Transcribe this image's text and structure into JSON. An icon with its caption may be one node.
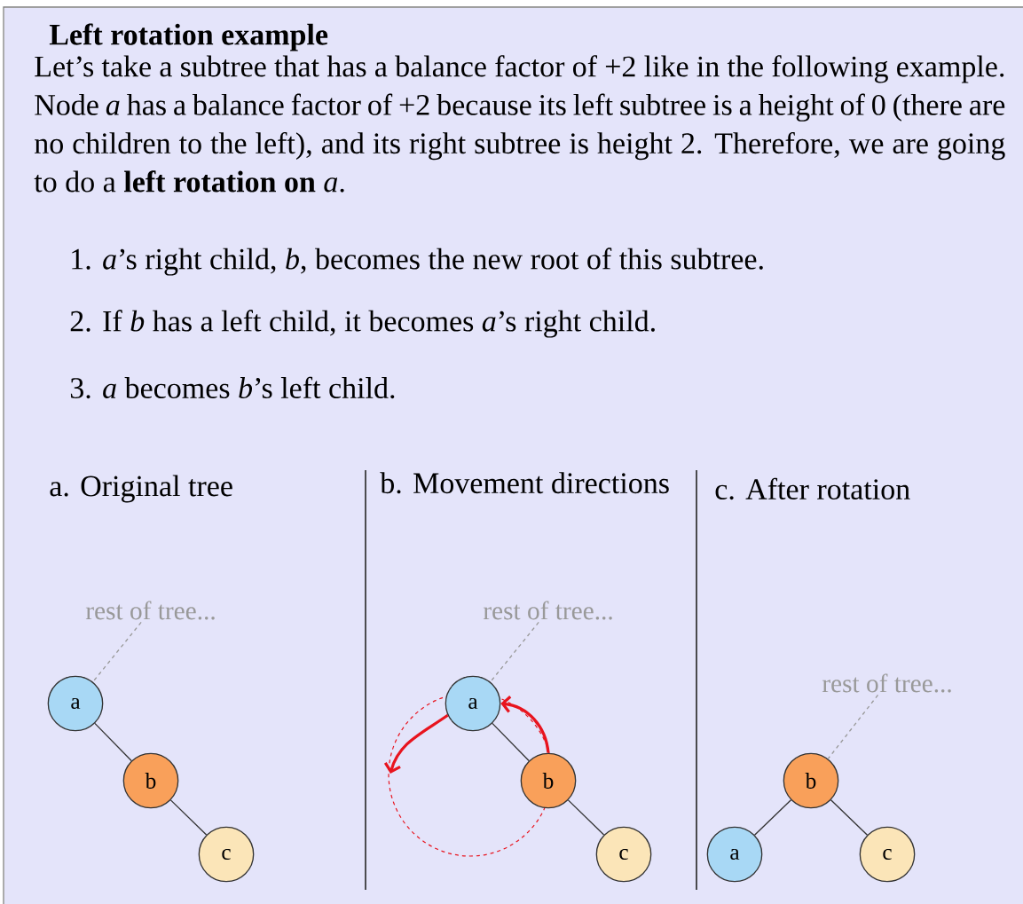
{
  "diagram": {
    "title": "Left rotation example",
    "nodes": [
      {
        "text": [
          "rest of tree..."
        ]
      },
      {
        "text": [
          "a"
        ]
      },
      {
        "text": [
          "b"
        ]
      },
      {
        "text": [
          "c"
        ]
      },
      {
        "text": [
          "rest of tree..."
        ]
      },
      {
        "text": [
          "a"
        ]
      },
      {
        "text": [
          "b"
        ]
      },
      {
        "text": [
          "c"
        ]
      },
      {
        "text": [
          "rest of tree..."
        ]
      },
      {
        "text": [
          "b"
        ]
      },
      {
        "text": [
          "a"
        ]
      },
      {
        "text": [
          "c"
        ]
      }
    ],
    "edges": [
      {
        "from": 0,
        "to": 1,
        "arrow": "none",
        "style": "dashed",
        "color": "#999999"
      },
      {
        "from": 1,
        "to": 2,
        "arrow": "none"
      },
      {
        "from": 2,
        "to": 3,
        "arrow": "none"
      },
      {
        "from": 4,
        "to": 5,
        "arrow": "none",
        "style": "dashed",
        "color": "#999999"
      },
      {
        "from": 5,
        "to": 6,
        "arrow": "none"
      },
      {
        "from": 6,
        "to": 7,
        "arrow": "none"
      },
      {
        "from": 8,
        "to": 9,
        "arrow": "none",
        "style": "dashed",
        "color": "#999999"
      },
      {
        "from": 9,
        "to": 10,
        "arrow": "none"
      },
      {
        "from": 9,
        "to": 11,
        "arrow": "none"
      },
      {
        "from": 6,
        "to": 5,
        "arrow": "to",
        "style": "thick",
        "color": "#e8141e"
      },
      {
        "from": 5,
        "to": null,
        "arrow": "to",
        "style": "thick",
        "color": "#e8141e"
      }
    ],
    "labels": [
      "Let’s take a subtree that has a balance factor of +2 like in the following example. Node *a* has a balance factor of +2 because its left subtree is a height of 0 (there are no children to the left), and its right subtree is height 2. Therefore, we are going to do a **left rotation on** *a*.",
      "1. *a*’s right child, *b*, becomes the new root of this subtree.",
      "2. If *b* has a left child, it becomes *a*’s right child.",
      "3. *a* becomes *b*’s left child.",
      "a. Original tree",
      "b. Movement directions",
      "c. After rotation"
    ]
  }
}
